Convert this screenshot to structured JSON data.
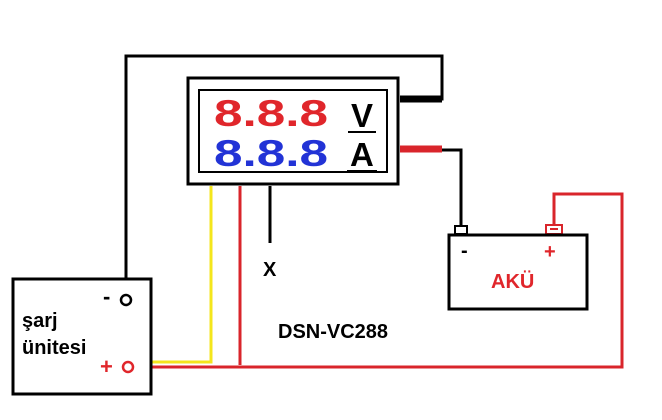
{
  "diagram": {
    "meter": {
      "voltage_digits": "8.8.8",
      "voltage_unit": "V",
      "current_digits": "8.8.8",
      "current_unit": "A"
    },
    "charger": {
      "label_line1": "şarj",
      "label_line2": "ünitesi",
      "minus_sign": "-",
      "plus_sign": "+"
    },
    "battery": {
      "label": "AKÜ",
      "minus_sign": "-",
      "plus_sign": "+"
    },
    "unused_wire_label": "X",
    "module_name": "DSN-VC288",
    "colors": {
      "wire_black": "#000000",
      "wire_red": "#d9252b",
      "wire_yellow": "#f4e61c",
      "voltage_digits": "#e0262b",
      "current_digits": "#2233d6",
      "battery_label": "#e0262b",
      "plus_red": "#e0262b"
    }
  }
}
